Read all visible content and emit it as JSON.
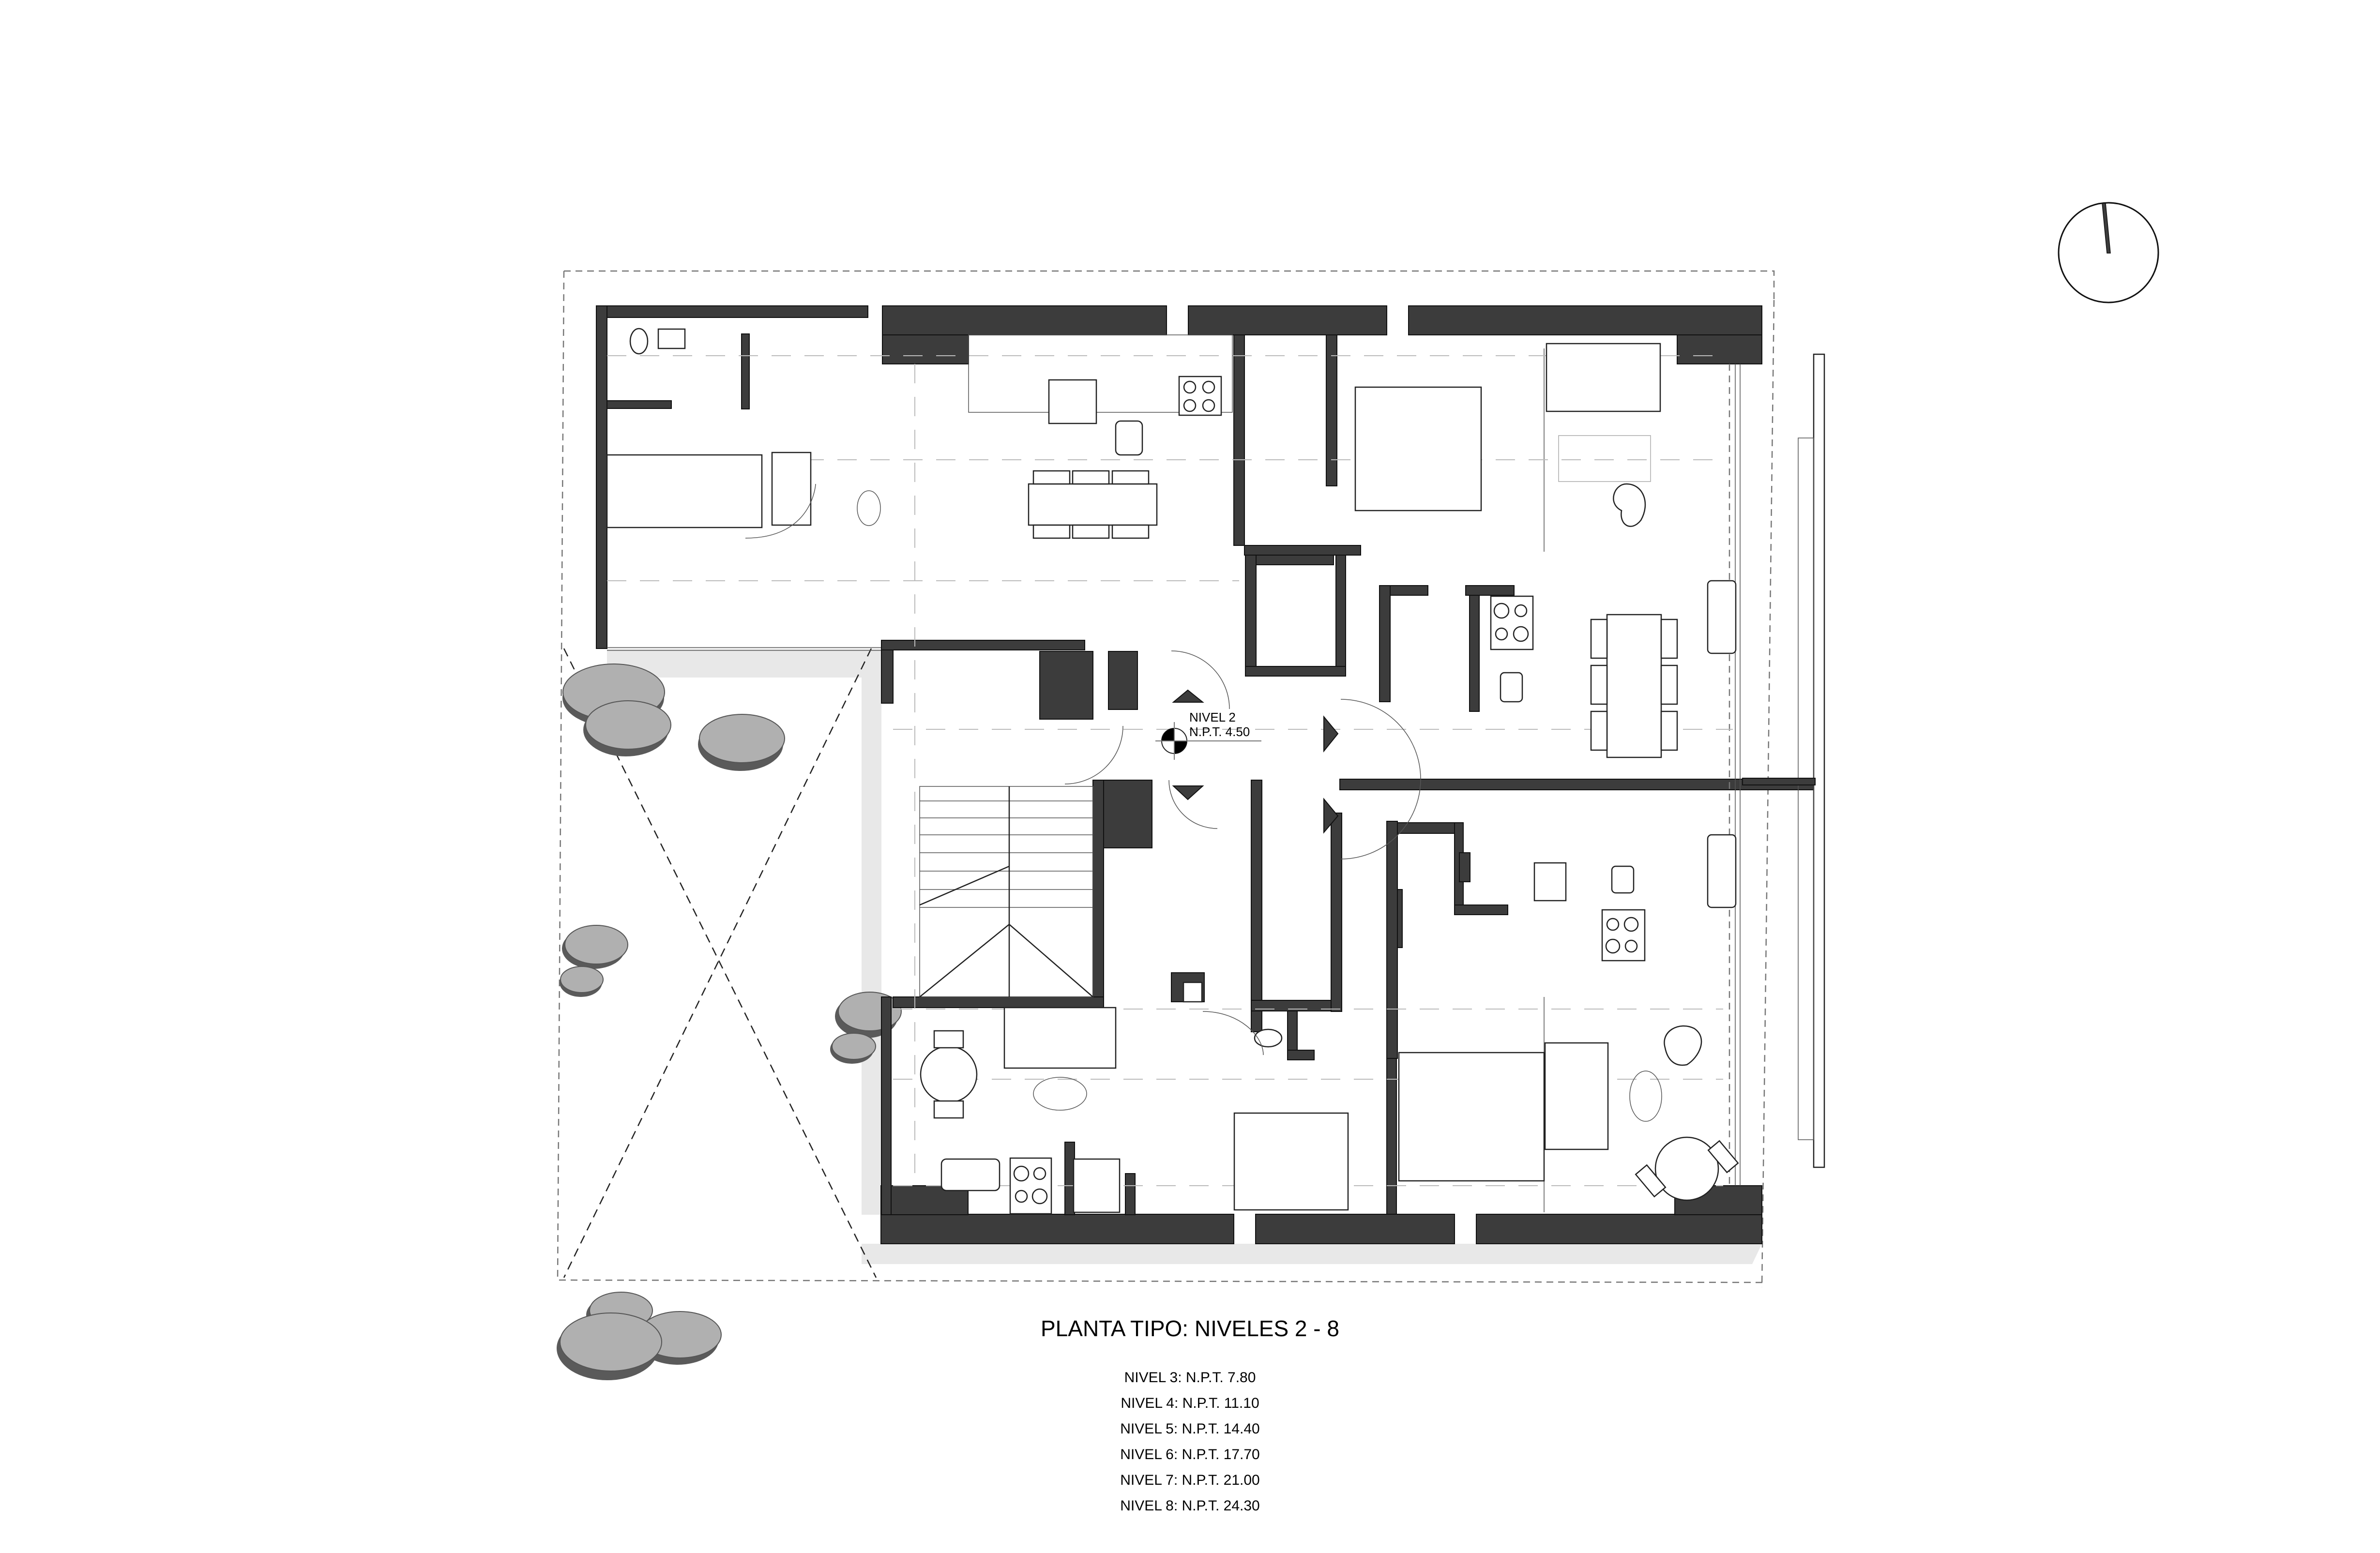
{
  "drawing": {
    "title": "PLANTA TIPO: NIVELES 2 - 8",
    "level_marker": {
      "name": "NIVEL 2",
      "elevation": "N.P.T. 4.50",
      "icon": "level-datum-icon"
    },
    "levels": [
      "NIVEL 3: N.P.T. 7.80",
      "NIVEL 4: N.P.T. 11.10",
      "NIVEL 5: N.P.T. 14.40",
      "NIVEL 6: N.P.T. 17.70",
      "NIVEL 7: N.P.T. 21.00",
      "NIVEL 8: N.P.T. 24.30"
    ],
    "north_arrow": {
      "icon": "north-arrow-icon"
    }
  },
  "colors": {
    "wall": "#3c3c3c",
    "tree": "#b0b0b0",
    "tree_shadow": "#5a5a5a",
    "terrace_band": "#e8e8e8",
    "background": "#ffffff"
  }
}
